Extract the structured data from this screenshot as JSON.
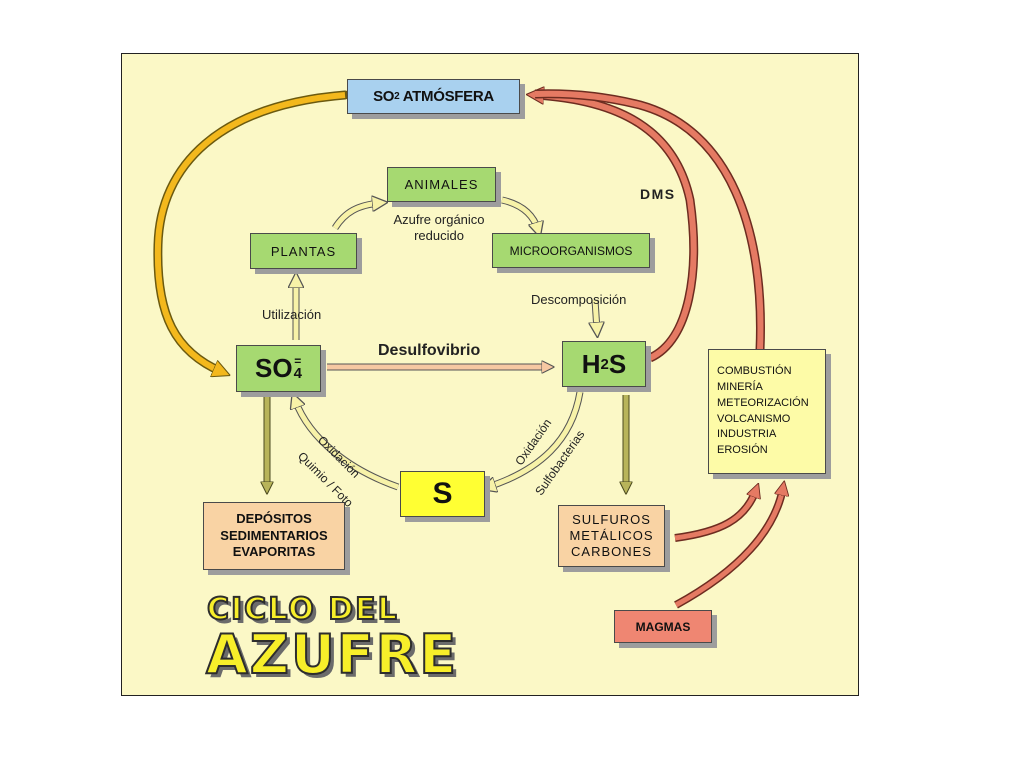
{
  "nodes": {
    "so2": {
      "prefix": "SO",
      "sub": "2",
      "suffix": " ATMÓSFERA"
    },
    "animales": "ANIMALES",
    "plantas": "PLANTAS",
    "microorganismos": "MICROORGANISMOS",
    "so4": {
      "base": "SO",
      "sub": "4",
      "sup": "="
    },
    "h2s": {
      "prefix": "H",
      "sub": "2",
      "suffix": "S"
    },
    "s": "S",
    "depositos": [
      "DEPÓSITOS",
      "SEDIMENTARIOS",
      "EVAPORITAS"
    ],
    "sulfuros": [
      "SULFUROS",
      "METÁLICOS",
      "CARBONES"
    ],
    "sources": [
      "COMBUSTIÓN",
      "MINERÍA",
      "METEORIZACIÓN",
      "VOLCANISMO",
      "INDUSTRIA",
      "EROSIÓN"
    ],
    "magmas": "MAGMAS"
  },
  "labels": {
    "azufre_organico": [
      "Azufre orgánico",
      "reducido"
    ],
    "utilizacion": "Utilización",
    "descomposicion": "Descomposición",
    "desulfovibrio": "Desulfovibrio",
    "dms": "DMS",
    "oxidacion_left": "Oxidación",
    "quimio_foto": "Quimio / Foto",
    "oxidacion_right": "Oxidación",
    "sulfobacterias": "Sulfobacterias"
  },
  "title": {
    "line1": "CICLO DEL",
    "line2": "AZUFRE"
  },
  "colors": {
    "panel": "#fbf8c6",
    "green": "#a6d971",
    "blue": "#a9d1ef",
    "tan": "#f9d3a4",
    "yellow": "#ffff33",
    "light_yellow": "#fdfba7",
    "salmon": "#ef8672",
    "orange_arrow": "#f3b81d",
    "red_arrow": "#e57a63",
    "olive_arrow": "#b8b45a",
    "title_fill": "#f7ee2a"
  }
}
